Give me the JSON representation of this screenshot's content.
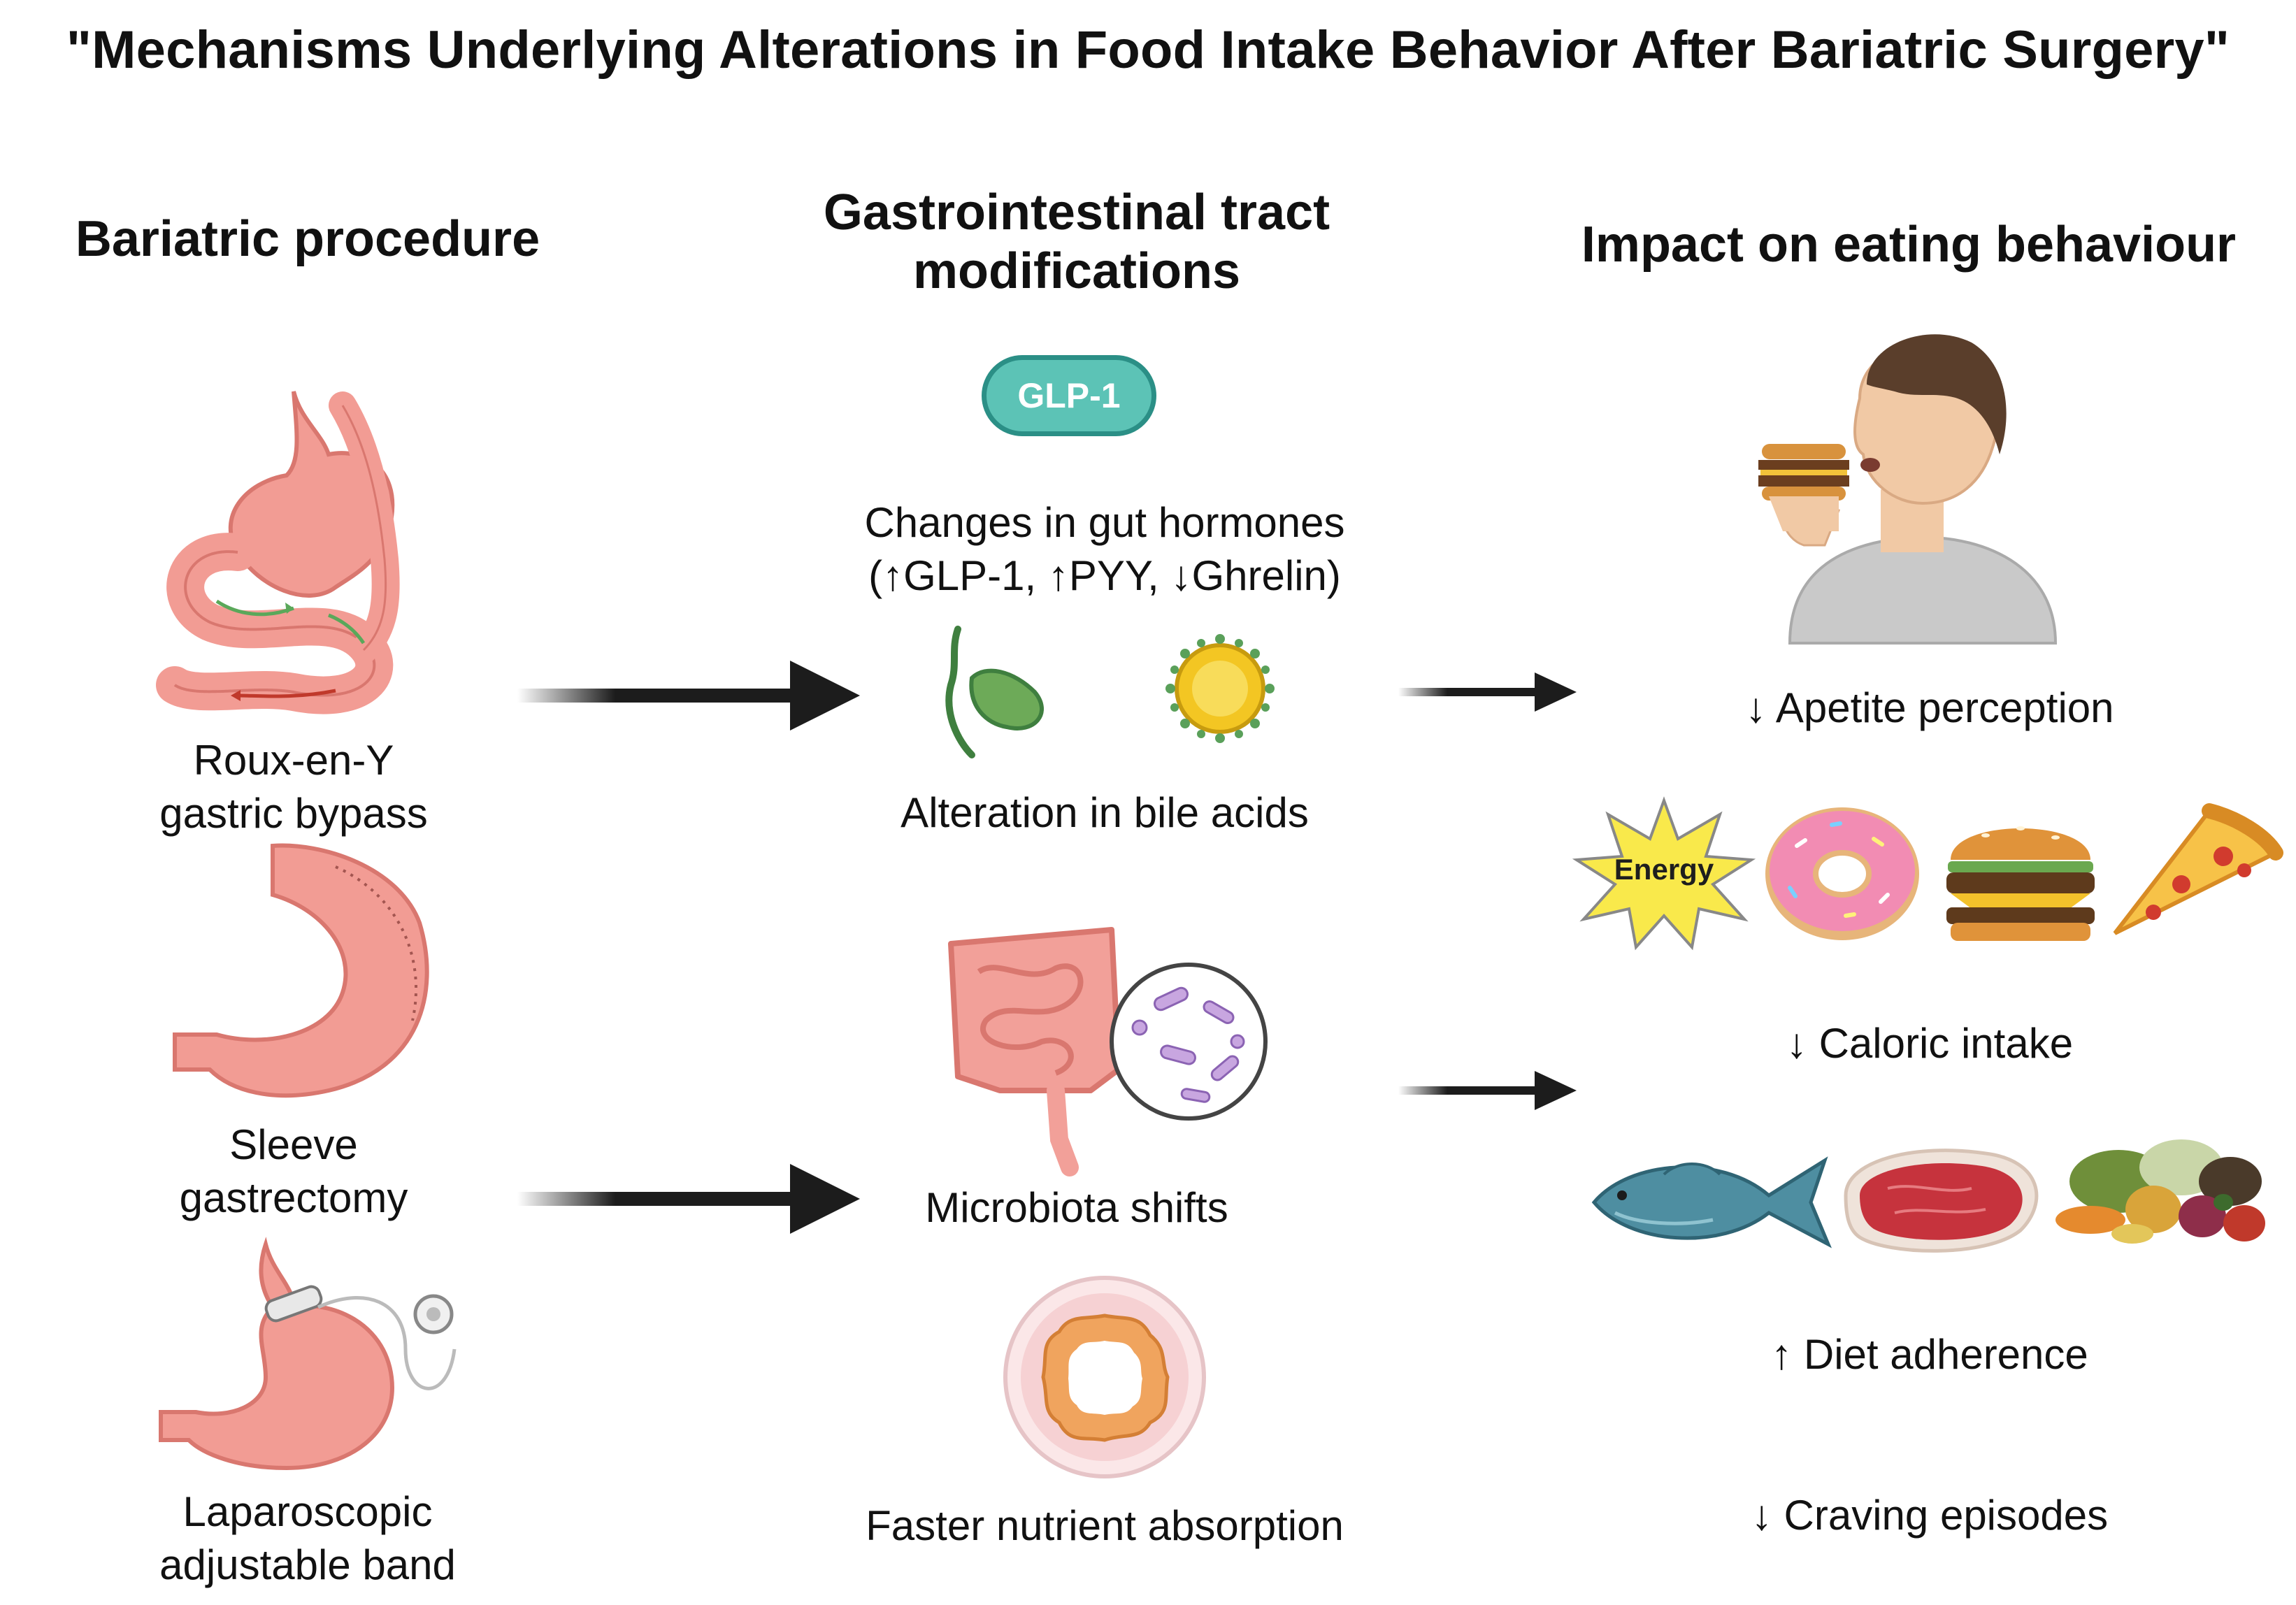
{
  "title": "\"Mechanisms Underlying Alterations in Food Intake Behavior After Bariatric Surgery\"",
  "columns": {
    "procedure": "Bariatric procedure",
    "gi_line1": "Gastrointestinal tract",
    "gi_line2": "modifications",
    "impact": "Impact on eating behaviour"
  },
  "procedures": [
    {
      "line1": "Roux-en-Y",
      "line2": "gastric bypass"
    },
    {
      "line1": "Sleeve",
      "line2": "gastrectomy"
    },
    {
      "line1": "Laparoscopic",
      "line2": "adjustable band"
    }
  ],
  "gi": {
    "pill": "GLP-1",
    "hormones_line1": "Changes in gut hormones",
    "hormones_line2": "(↑GLP-1, ↑PYY, ↓Ghrelin)",
    "bile": "Alteration in bile acids",
    "microbiota": "Microbiota shifts",
    "absorption": "Faster nutrient absorption"
  },
  "impact": {
    "apetite": "↓ Apetite perception",
    "energy": "Energy",
    "caloric": "↓ Caloric intake",
    "diet": "↑ Diet adherence",
    "craving": "↓ Craving episodes"
  },
  "colors": {
    "stomach": "#f29c94",
    "stomach_dark": "#d9776f",
    "arrow": "#1c1c1c",
    "teal": "#5cc3b6",
    "teal_dark": "#2b8f86"
  }
}
